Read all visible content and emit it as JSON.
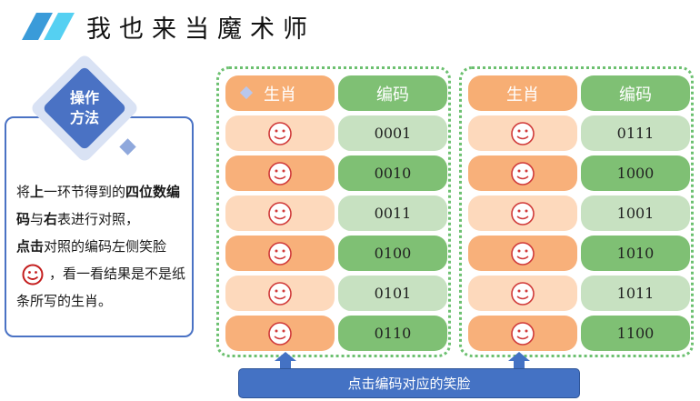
{
  "header": {
    "title": "我也来当魔术师",
    "accent_colors": [
      "#3a9bd9",
      "#55d0f2"
    ]
  },
  "method_card": {
    "badge_line1": "操作",
    "badge_line2": "方法",
    "text": {
      "p1_a": "将",
      "p1_b": "上",
      "p1_c": "一环节得到的",
      "p1_d": "四位数编码",
      "p1_e": "与",
      "p1_f": "右",
      "p1_g": "表进行对照，",
      "p2_a": "点击",
      "p2_b": "对照的编码左侧笑脸",
      "p2_c": "，看一看结果是不是纸条所写的生肖。"
    },
    "border_color": "#4a72c4"
  },
  "tables": [
    {
      "header_zodiac": "生肖",
      "header_code": "编码",
      "rows": [
        {
          "icon": "smiley-icon",
          "code": "0001"
        },
        {
          "icon": "smiley-icon",
          "code": "0010"
        },
        {
          "icon": "smiley-icon",
          "code": "0011"
        },
        {
          "icon": "smiley-icon",
          "code": "0100"
        },
        {
          "icon": "smiley-icon",
          "code": "0101"
        },
        {
          "icon": "smiley-icon",
          "code": "0110"
        }
      ]
    },
    {
      "header_zodiac": "生肖",
      "header_code": "编码",
      "rows": [
        {
          "icon": "smiley-icon",
          "code": "0111"
        },
        {
          "icon": "smiley-icon",
          "code": "1000"
        },
        {
          "icon": "smiley-icon",
          "code": "1001"
        },
        {
          "icon": "smiley-icon",
          "code": "1010"
        },
        {
          "icon": "smiley-icon",
          "code": "1011"
        },
        {
          "icon": "smiley-icon",
          "code": "1100"
        }
      ]
    }
  ],
  "action": {
    "label": "点击编码对应的笑脸"
  },
  "colors": {
    "zodiac_dark": "#f8b07a",
    "zodiac_light": "#fdd9bc",
    "code_dark": "#7fc074",
    "code_light": "#c7e1c1",
    "smiley": "#d03a3a",
    "button": "#4472c4"
  }
}
